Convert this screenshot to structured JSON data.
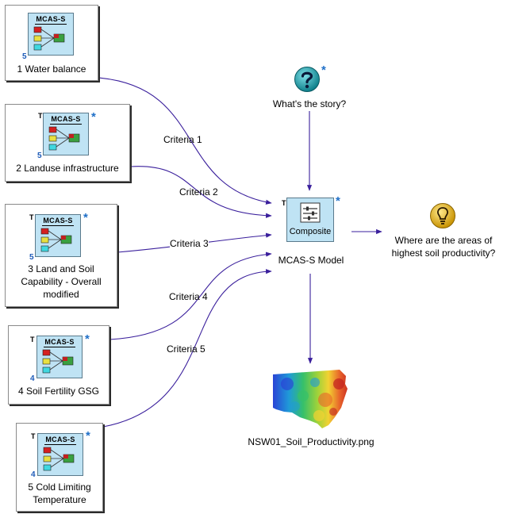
{
  "icon_title": "MCAS-S",
  "criteria_nodes": [
    {
      "label": "1 Water balance",
      "number": "5"
    },
    {
      "label": "2 Landuse infrastructure",
      "number": "5",
      "flag": "T",
      "star": "*"
    },
    {
      "label": "3 Land and Soil Capability - Overall modified",
      "number": "5",
      "flag": "T",
      "star": "*"
    },
    {
      "label": "4 Soil Fertility GSG",
      "number": "4",
      "flag": "T",
      "star": "*"
    },
    {
      "label": "5 Cold Limiting Temperature",
      "number": "4",
      "flag": "T",
      "star": "*"
    }
  ],
  "edge_labels": [
    "Criteria 1",
    "Criteria 2",
    "Criteria 3",
    "Criteria 4",
    "Criteria 5"
  ],
  "story": {
    "label": "What's the story?",
    "icon": "question-icon",
    "star": "*"
  },
  "model": {
    "icon_text": "Composite",
    "label": "MCAS-S Model",
    "flag": "T",
    "star": "*",
    "icon": "composite-icon"
  },
  "question": {
    "label": "Where are the areas of highest soil productivity?",
    "icon": "lightbulb-icon"
  },
  "output": {
    "label": "NSW01_Soil_Productivity.png",
    "icon": "map-image"
  },
  "colors": {
    "edge": "#3a1f9c",
    "icon_bg": "#bfe3f4",
    "star": "#2070c8",
    "number": "#1d5bb8"
  }
}
